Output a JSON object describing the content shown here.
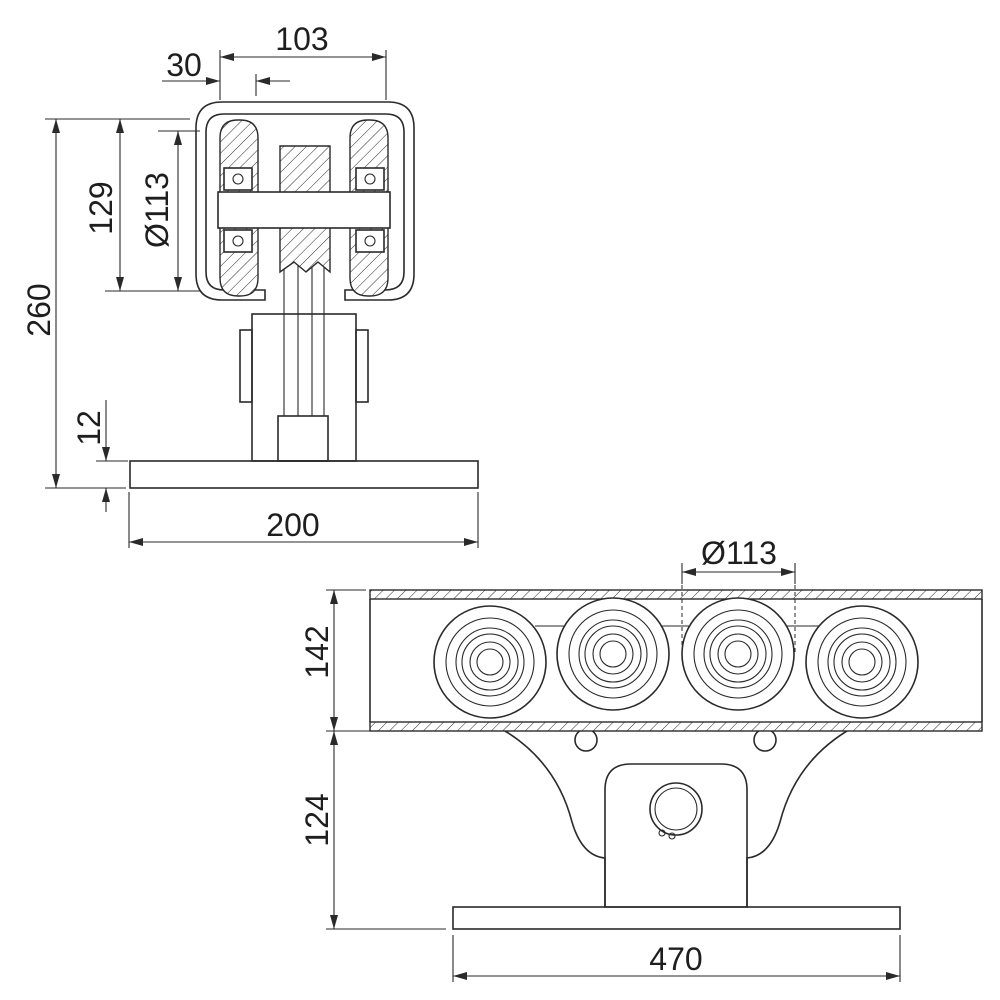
{
  "dimensions": {
    "front_width_top": "103",
    "front_offset": "30",
    "front_height_total": "260",
    "front_height_channel": "129",
    "front_wheel_diameter": "Ø113",
    "front_base_thickness": "12",
    "front_base_width": "200",
    "side_wheel_diameter": "Ø113",
    "side_channel_height": "142",
    "side_bracket_height": "124",
    "side_base_length": "470"
  }
}
